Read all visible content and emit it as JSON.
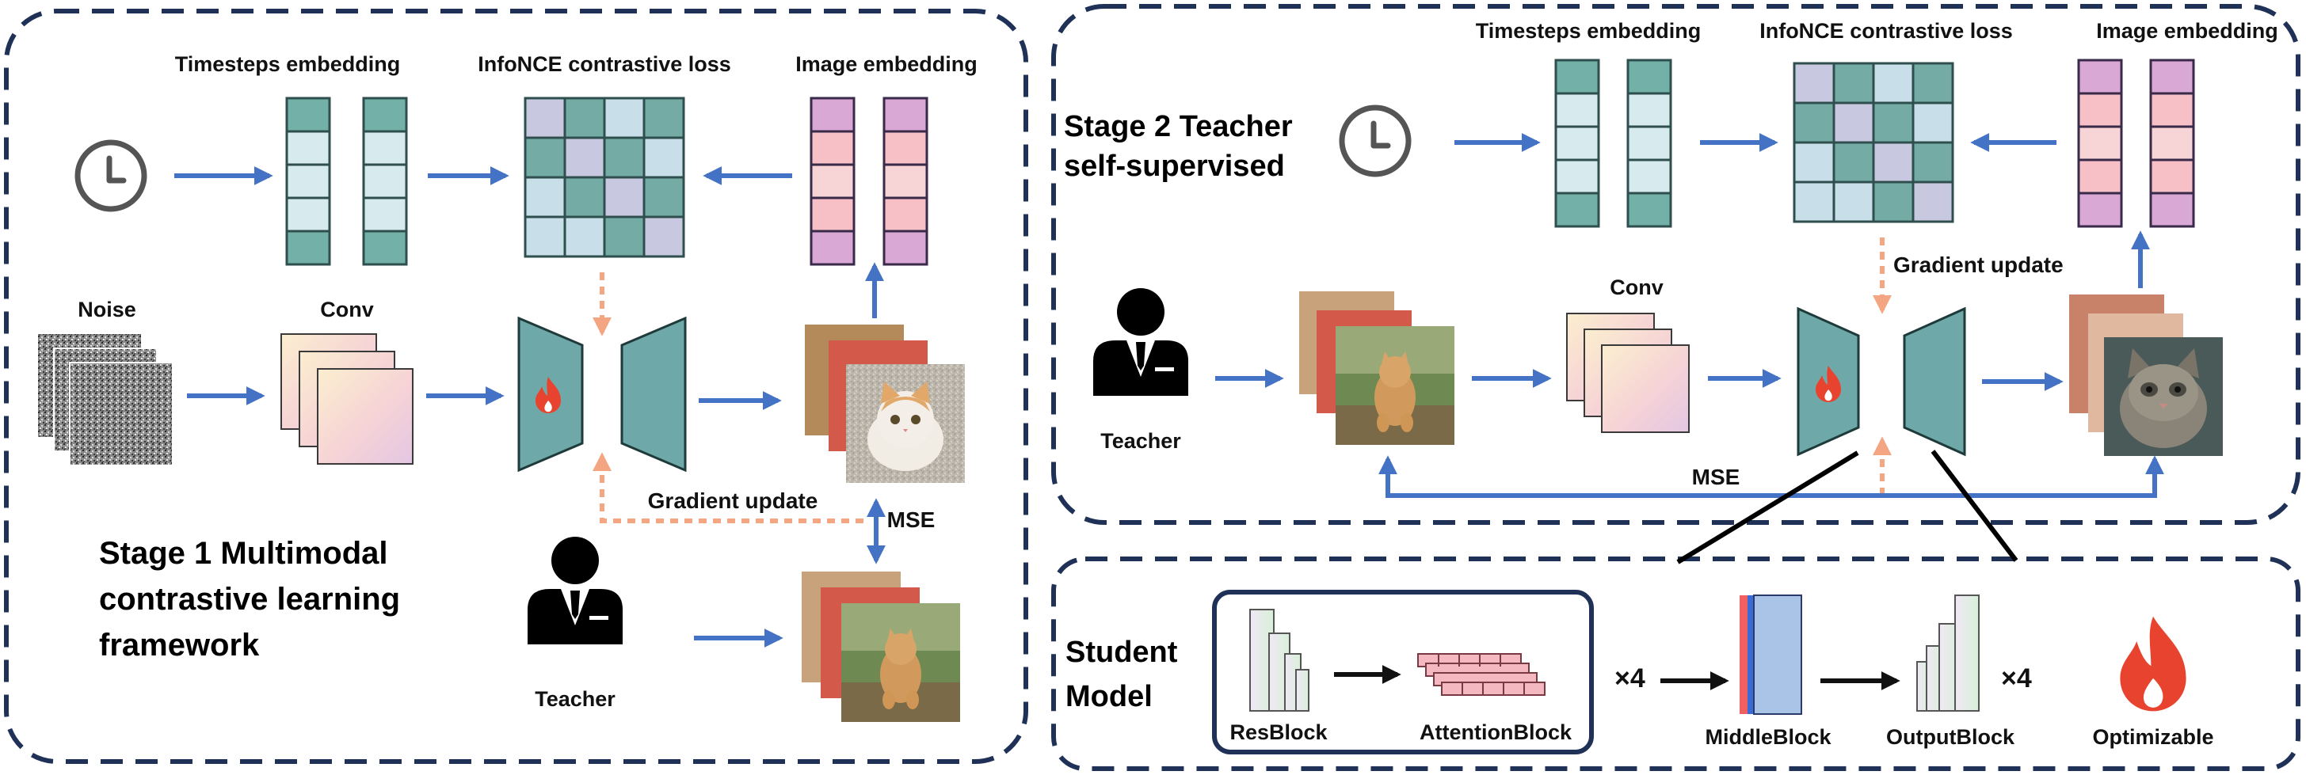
{
  "stage1": {
    "title_lines": [
      "Stage 1 Multimodal",
      "contrastive learning",
      "framework"
    ],
    "labels": {
      "timesteps": "Timesteps embedding",
      "infonce": "InfoNCE contrastive loss",
      "image_embedding": "Image embedding",
      "noise": "Noise",
      "conv": "Conv",
      "gradient_update": "Gradient update",
      "mse": "MSE",
      "teacher": "Teacher"
    }
  },
  "stage2": {
    "title_lines": [
      "Stage 2 Teacher",
      "self-supervised"
    ],
    "labels": {
      "timesteps": "Timesteps embedding",
      "infonce": "InfoNCE contrastive loss",
      "image_embedding": "Image embedding",
      "conv": "Conv",
      "gradient_update": "Gradient update",
      "mse": "MSE",
      "teacher": "Teacher"
    }
  },
  "student": {
    "title_lines": [
      "Student",
      "Model"
    ],
    "labels": {
      "resblock": "ResBlock",
      "attentionblock": "AttentionBlock",
      "times4_a": "×4",
      "middleblock": "MiddleBlock",
      "outputblock": "OutputBlock",
      "times4_b": "×4",
      "optimizable": "Optimizable"
    }
  },
  "colors": {
    "frame": "#1f3157",
    "arrow_blue": "#4472c4",
    "arrow_orange": "#f4a582",
    "teal": "#6fa8a8",
    "flame": "#e8432e"
  }
}
